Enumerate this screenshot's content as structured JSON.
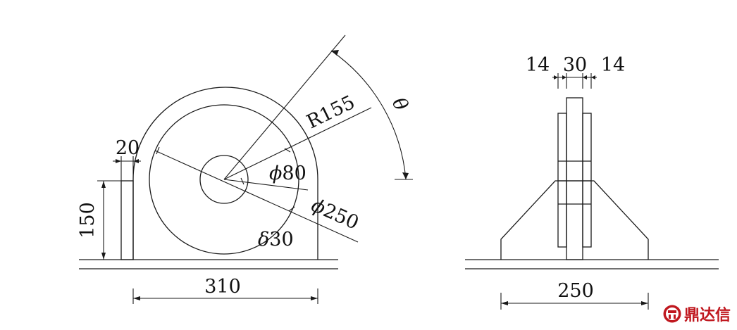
{
  "front_view": {
    "dim_width": "310",
    "dim_height": "150",
    "dim_plate": "20",
    "dim_radius": "R155",
    "dim_bore_symbol": "ϕ",
    "dim_bore_value": "80",
    "dim_outer_symbol": "ϕ",
    "dim_outer_value": "250",
    "dim_thickness_symbol": "δ",
    "dim_thickness_value": "30",
    "angle_label": "θ"
  },
  "side_view": {
    "dim_left": "14",
    "dim_middle": "30",
    "dim_right": "14",
    "dim_base": "250"
  },
  "watermark": {
    "brand": "鼎达信",
    "color": "#c0181f"
  }
}
